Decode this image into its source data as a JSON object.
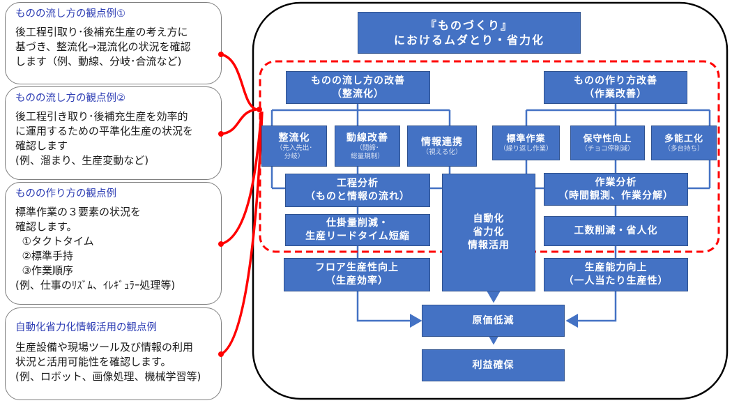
{
  "notes": [
    {
      "title": "ものの流し方の観点例①",
      "lines": [
        "後工程引取り･後補充生産の考え方に",
        "基づき、整流化→混流化の状況を確認",
        "します（例、動線、分岐･合流など)"
      ]
    },
    {
      "title": "ものの流し方の観点例②",
      "lines": [
        "後工程引き取り･後補充生産を効率的",
        "に運用するための平準化生産の状況を",
        "確認します",
        "(例、溜まり、生産変動など)"
      ]
    },
    {
      "title": "ものの作り方の観点例",
      "lines": [
        "標準作業の３要素の状況を",
        "確認します。",
        "  ①タクトタイム",
        "  ②標準手持",
        "  ③作業順序",
        "(例、仕事のﾘｽﾞﾑ、ｲﾚｷﾞｭﾗｰ処理等)"
      ]
    },
    {
      "title": "自動化省力化情報活用の観点例",
      "lines": [
        "生産設備や現場ツール及び情報の利用",
        "状況と活用可能性を確認します。",
        "(例、ロボット、画像処理、機械学習等)"
      ]
    }
  ],
  "diagram": {
    "top": {
      "line1": "『ものづくり』",
      "line2": "におけるムダとり・省力化"
    },
    "flow_improve": {
      "line1": "ものの流し方の改善",
      "line2": "（整流化）"
    },
    "make_improve": {
      "line1": "ものの作り方改善",
      "line2": "（作業改善）"
    },
    "seiryuka": {
      "title": "整流化",
      "sub1": "（先入先出･",
      "sub2": "分岐）"
    },
    "dousen": {
      "title": "動線改善",
      "sub1": "（間締･",
      "sub2": "総量規制）"
    },
    "joho_renkei": {
      "title": "情報連携",
      "sub1": "（視える化）"
    },
    "hyojun": {
      "title": "標準作業",
      "sub1": "（繰り返し作業）"
    },
    "hoshu": {
      "title": "保守性向上",
      "sub1": "（チョコ停削減）"
    },
    "tanoko": {
      "title": "多能工化",
      "sub1": "（多台持ち）"
    },
    "koutei": {
      "line1": "工程分析",
      "line2": "（ものと情報の流れ）"
    },
    "sagyo": {
      "line1": "作業分析",
      "line2": "（時間観測、作業分解）"
    },
    "jidoka": {
      "line1": "自動化",
      "line2": "省力化",
      "line3": "情報活用"
    },
    "shikake": {
      "line1": "仕掛量削減・",
      "line2": "生産リードタイム短縮"
    },
    "kousu": {
      "line1": "工数削減・省人化"
    },
    "floor": {
      "line1": "フロア生産性向上",
      "line2": "（生産効率）"
    },
    "seisan": {
      "line1": "生産能力向上",
      "line2": "（一人当たり生産性）"
    },
    "genka": {
      "line1": "原価低減"
    },
    "rieki": {
      "line1": "利益確保"
    }
  },
  "colors": {
    "box": "#4472c4",
    "note_title": "#2f3fb5",
    "highlight": "#ff0000",
    "frame": "#000000"
  }
}
